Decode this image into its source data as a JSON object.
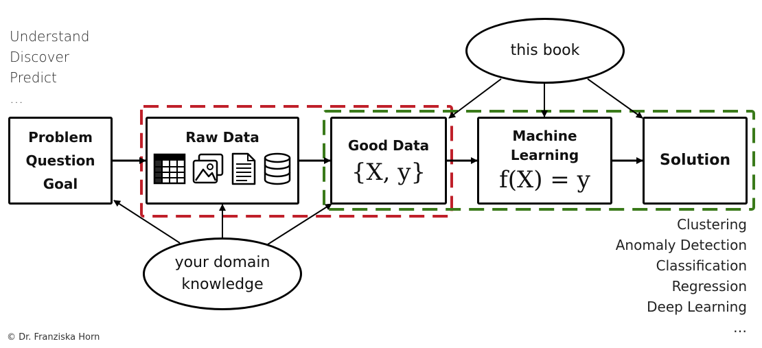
{
  "goals": [
    "Understand",
    "Discover",
    "Predict",
    "…"
  ],
  "nodes": {
    "problem": [
      "Problem",
      "Question",
      "Goal"
    ],
    "raw_data": "Raw Data",
    "good_data": "Good Data",
    "good_data_formula": "{X, y}",
    "machine_learning": [
      "Machine",
      "Learning"
    ],
    "ml_formula": "f(X) = y",
    "solution": "Solution"
  },
  "this_book": "this book",
  "domain_knowledge": [
    "your domain",
    "knowledge"
  ],
  "methods": [
    "Clustering",
    "Anomaly Detection",
    "Classification",
    "Regression",
    "Deep Learning",
    "…"
  ],
  "credit": "© Dr. Franziska Horn",
  "colors": {
    "red_dashed": "#c0202a",
    "green_dashed": "#3a7a1a",
    "ink": "#000000"
  },
  "icons": [
    "table-icon",
    "images-icon",
    "document-icon",
    "database-icon"
  ]
}
